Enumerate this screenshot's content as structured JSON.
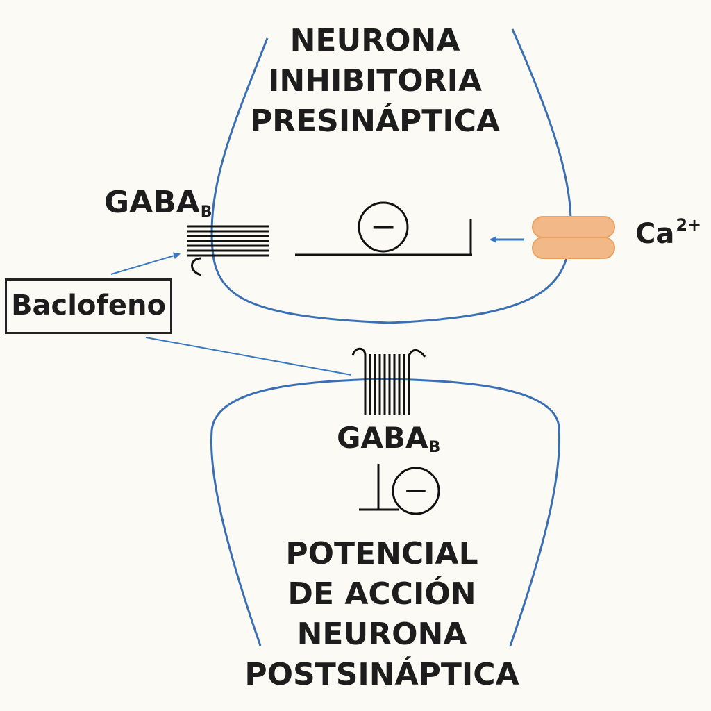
{
  "presynaptic": {
    "lines": [
      "NEURONA",
      "INHIBITORIA",
      "PRESINÁPTICA"
    ]
  },
  "postsynaptic": {
    "lines": [
      "POTENCIAL",
      "DE ACCIÓN",
      "NEURONA",
      "POSTSINÁPTICA"
    ]
  },
  "receptor_top": {
    "base": "GABA",
    "sub": "B"
  },
  "receptor_bottom": {
    "base": "GABA",
    "sub": "B"
  },
  "drug": {
    "label": "Baclofeno"
  },
  "ion": {
    "base": "Ca",
    "sup": "2+"
  },
  "inhibition_symbol": "−",
  "colors": {
    "membrane": "#3a6fb5",
    "arrow": "#3a78c2",
    "channel_fill": "#f2b887",
    "channel_stroke": "#e9a366",
    "ink": "#1d1d1d",
    "background": "#fcfaf4"
  }
}
